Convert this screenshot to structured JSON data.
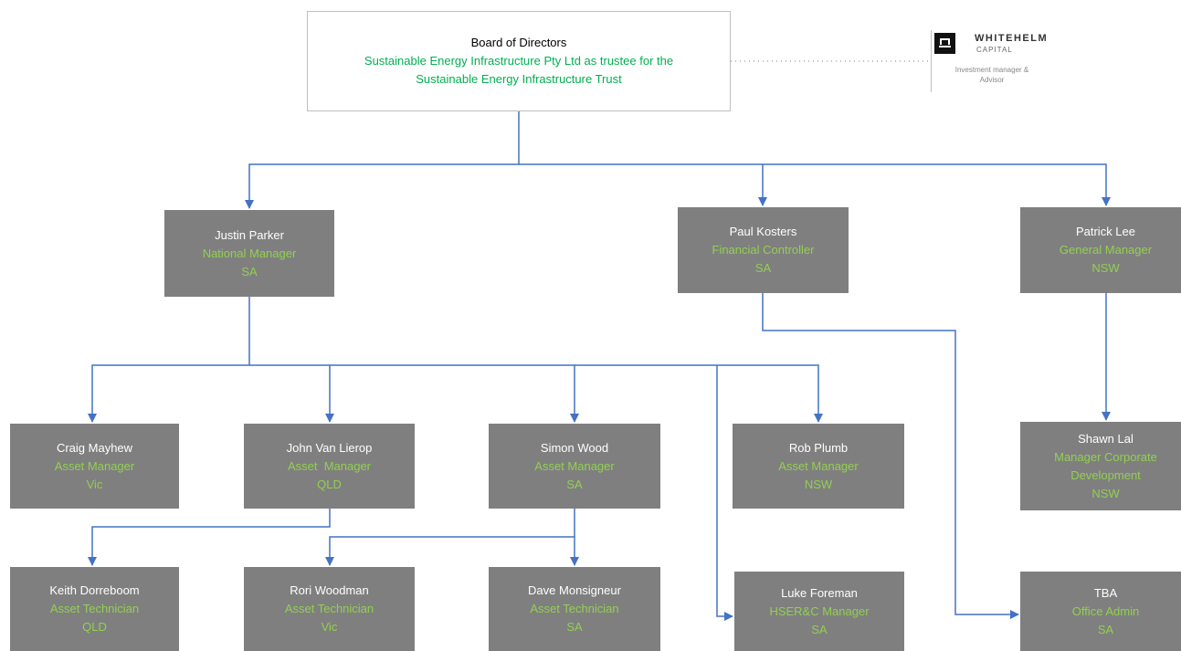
{
  "board": {
    "title": "Board of Directors",
    "line2": "Sustainable Energy Infrastructure Pty Ltd as trustee for the",
    "line3": "Sustainable Energy Infrastructure Trust"
  },
  "logo": {
    "name": "WHITEHELM",
    "sub": "CAPITAL",
    "tagline": "Investment manager & Advisor"
  },
  "people": [
    {
      "id": "justin-parker",
      "name": "Justin Parker",
      "role": "National Manager",
      "location": "SA"
    },
    {
      "id": "paul-kosters",
      "name": "Paul Kosters",
      "role": "Financial Controller",
      "location": "SA"
    },
    {
      "id": "patrick-lee",
      "name": "Patrick Lee",
      "role": "General Manager",
      "location": "NSW"
    },
    {
      "id": "craig-mayhew",
      "name": "Craig Mayhew",
      "role": "Asset Manager",
      "location": "Vic"
    },
    {
      "id": "john-van-lierop",
      "name": "John Van Lierop",
      "role": "Asset  Manager",
      "location": "QLD"
    },
    {
      "id": "simon-wood",
      "name": "Simon Wood",
      "role": "Asset Manager",
      "location": "SA"
    },
    {
      "id": "rob-plumb",
      "name": "Rob Plumb",
      "role": "Asset Manager",
      "location": "NSW"
    },
    {
      "id": "shawn-lal",
      "name": "Shawn Lal",
      "role": "Manager Corporate Development",
      "location": "NSW"
    },
    {
      "id": "keith-dorreboom",
      "name": "Keith Dorreboom",
      "role": "Asset Technician",
      "location": "QLD"
    },
    {
      "id": "rori-woodman",
      "name": "Rori Woodman",
      "role": "Asset Technician",
      "location": "Vic"
    },
    {
      "id": "dave-monsigneur",
      "name": "Dave Monsigneur",
      "role": "Asset Technician",
      "location": "SA"
    },
    {
      "id": "luke-foreman",
      "name": "Luke Foreman",
      "role": "HSER&C Manager",
      "location": "SA"
    },
    {
      "id": "tba",
      "name": "TBA",
      "role": "Office Admin",
      "location": "SA"
    }
  ],
  "colors": {
    "box_fill": "#7f7f7f",
    "name_text": "#ffffff",
    "role_text": "#92d050",
    "board_green": "#00b050",
    "connector": "#4472c4"
  }
}
